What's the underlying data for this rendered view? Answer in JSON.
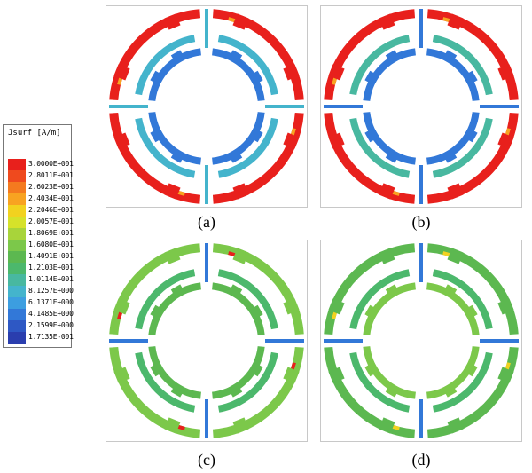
{
  "legend": {
    "title": "Jsurf [A/m]",
    "entries": [
      {
        "label": "3.0000E+001",
        "color": "#e8201c"
      },
      {
        "label": "2.8011E+001",
        "color": "#ef4a1e"
      },
      {
        "label": "2.6023E+001",
        "color": "#f47a1f"
      },
      {
        "label": "2.4034E+001",
        "color": "#f8a321"
      },
      {
        "label": "2.2046E+001",
        "color": "#f2d21f"
      },
      {
        "label": "2.0057E+001",
        "color": "#d6e22a"
      },
      {
        "label": "1.8069E+001",
        "color": "#a8d43a"
      },
      {
        "label": "1.6080E+001",
        "color": "#7cc84a"
      },
      {
        "label": "1.4091E+001",
        "color": "#5cb850"
      },
      {
        "label": "1.2103E+001",
        "color": "#4cb86c"
      },
      {
        "label": "1.0114E+001",
        "color": "#48b8a0"
      },
      {
        "label": "8.1257E+000",
        "color": "#44b4cc"
      },
      {
        "label": "6.1371E+000",
        "color": "#3c9ee0"
      },
      {
        "label": "4.1485E+000",
        "color": "#3278d8"
      },
      {
        "label": "2.1599E+000",
        "color": "#2e58c4"
      },
      {
        "label": "1.7135E-001",
        "color": "#2a3eae"
      }
    ]
  },
  "panels": [
    {
      "caption": "(a)",
      "outer": "#e8201c",
      "outerAccent": "#f8a321",
      "inner": "#3278d8",
      "mid": "#44b4cc",
      "spoke": "#44b4cc"
    },
    {
      "caption": "(b)",
      "outer": "#e8201c",
      "outerAccent": "#f8a321",
      "inner": "#3278d8",
      "mid": "#48b8a0",
      "spoke": "#3278d8"
    },
    {
      "caption": "(c)",
      "outer": "#7cc84a",
      "outerAccent": "#e8201c",
      "inner": "#5cb850",
      "mid": "#4cb86c",
      "spoke": "#3278d8"
    },
    {
      "caption": "(d)",
      "outer": "#5cb850",
      "outerAccent": "#f2d21f",
      "inner": "#7cc84a",
      "mid": "#4cb86c",
      "spoke": "#3278d8"
    }
  ]
}
